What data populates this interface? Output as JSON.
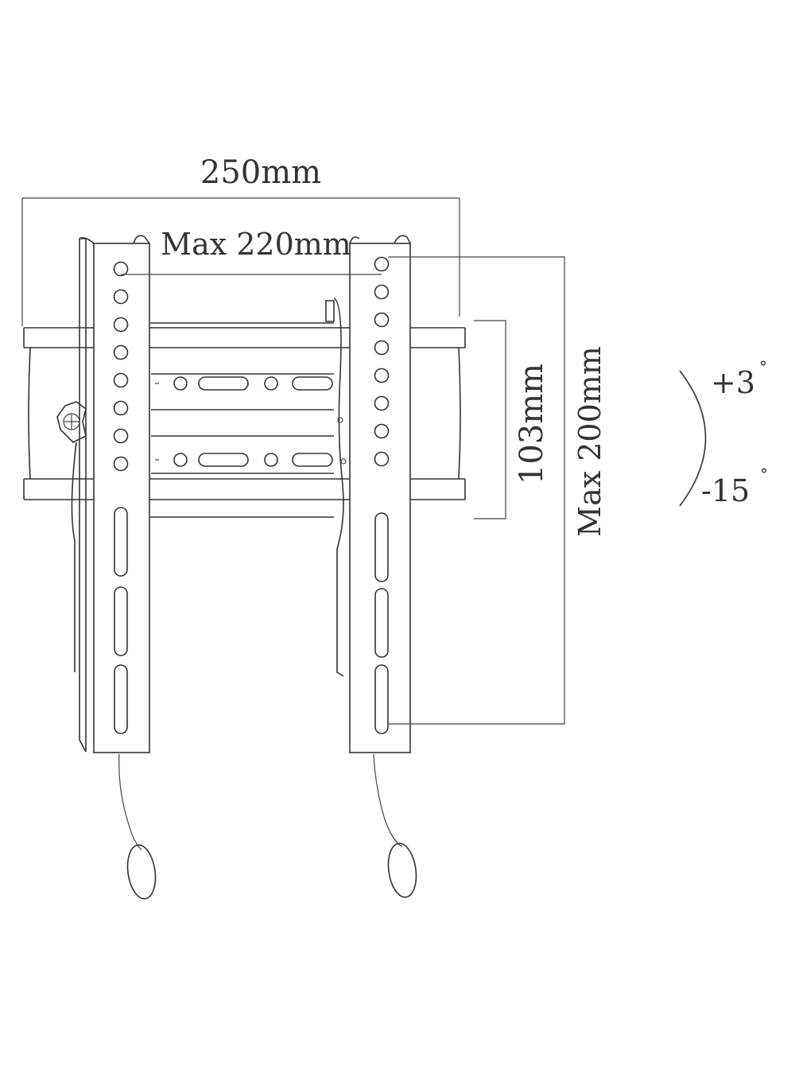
{
  "dimensions": {
    "overall_width": "250mm",
    "max_horizontal": "Max 220mm",
    "rail_spacing": "103mm",
    "max_vertical": "Max 200mm"
  },
  "tilt": {
    "up": "+3",
    "down": "-15",
    "degree_symbol": "°"
  },
  "colors": {
    "line": "#333333",
    "background": "#ffffff"
  }
}
